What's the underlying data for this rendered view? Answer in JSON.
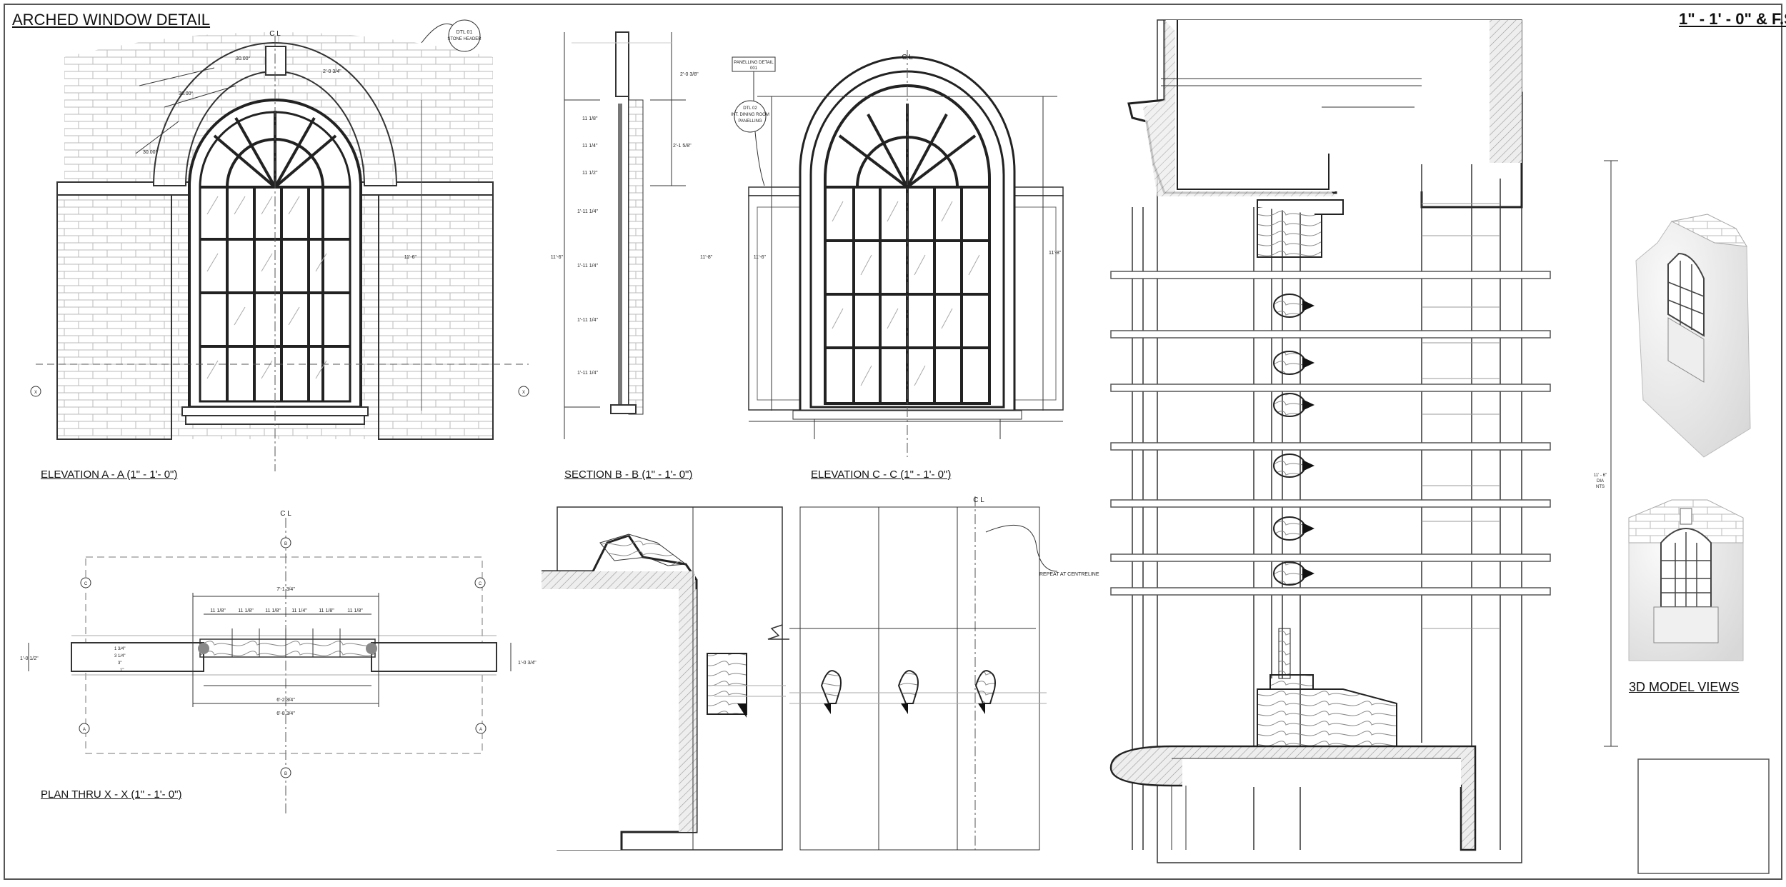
{
  "sheet": {
    "title": "ARCHED WINDOW DETAIL",
    "scale_note": "1\" - 1' - 0\" & F.S"
  },
  "views": {
    "elevation_a": "ELEVATION A - A (1\" - 1'- 0\")",
    "section_b": "SECTION B - B (1\" - 1'- 0\")",
    "elevation_c": "ELEVATION  C - C (1\" - 1'- 0\")",
    "plan_x": "PLAN THRU X - X (1\" - 1'- 0\")",
    "model_views": "3D MODEL VIEWS"
  },
  "annotations": {
    "centreline": "C L",
    "dtl01_a": "DTL 01",
    "dtl01_b": "STONE HEADER",
    "panelling_a": "PANELLING DETAIL",
    "panelling_b": "001",
    "dtl02_a": "DTL 02",
    "dtl02_b": "INT. DINING ROOM",
    "dtl02_c": "PANELLING",
    "repeat": "REPEAT AT CENTRELINE",
    "angle1": "30.00°",
    "angle2": "30.00°",
    "angle3": "30.00°",
    "header_dim": "2'-0 3/4\"",
    "height_a": "11'-6\"",
    "height_c_left": "11'-6\"",
    "height_c_right": "11'-8\"",
    "section_top": "2'-0 3/8\"",
    "section_glass": "2'-1 5/8\"",
    "section_total": "11'-6\"",
    "section_ticks": [
      "11 1/8\"",
      "11 1/4\"",
      "11 1/2\"",
      "1'-11 1/4\"",
      "1'-11 1/4\"",
      "1'-11 1/4\"",
      "1'-11 1/4\""
    ],
    "plan_overall": "7'-1 3/4\"",
    "plan_panes": [
      "11 1/8\"",
      "11 1/8\"",
      "11 1/8\"",
      "11 1/4\"",
      "11 1/8\"",
      "11 1/8\""
    ],
    "plan_inner": "6'-2 3/4\"",
    "plan_outer": "6'-8 3/4\"",
    "plan_wall_left": "1'-0 1/2\"",
    "plan_wall_right": "1'-0 3/4\"",
    "plan_reveal": [
      "1 3/4\"",
      "3 1/4\"",
      "3\"",
      "1\""
    ],
    "fs_height_a": "11' - 6\"",
    "fs_height_b": "DIA",
    "fs_height_c": "NTS",
    "marker_a": "A",
    "marker_b": "B",
    "marker_c": "C",
    "marker_x": "X"
  }
}
